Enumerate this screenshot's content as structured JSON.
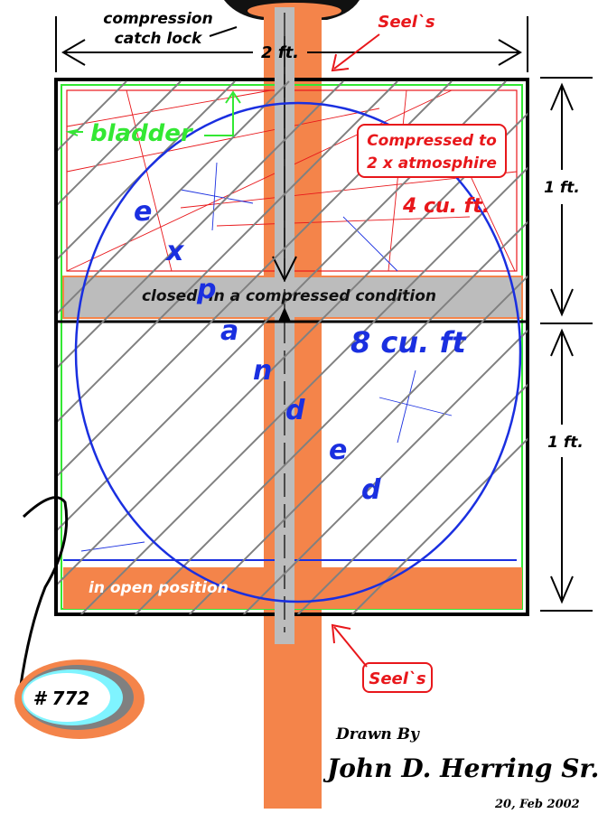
{
  "labels": {
    "catch_lock_line1": "compression",
    "catch_lock_line2": "catch lock",
    "width_dim": "2 ft.",
    "seals_top": "Seel`s",
    "seals_bottom": "Seel`s",
    "bladder": "bladder",
    "compressed_line1": "Compressed to",
    "compressed_line2": "2 x atmosphire",
    "upper_volume": "4 cu. ft.",
    "closed_state": "closed, in a compressed condition",
    "lower_volume": "8 cu. ft",
    "open_state": "in open position",
    "height_upper": "1 ft.",
    "height_lower": "1 ft.",
    "expanded_letters": [
      "e",
      "x",
      "p",
      "a",
      "n",
      "d",
      "e",
      "d"
    ],
    "badge_number": "# 772",
    "drawn_by": "Drawn  By",
    "author": "John D. Herring Sr.",
    "date": "20, Feb 2002"
  },
  "colors": {
    "orange": "#f4844a",
    "gray_shaft": "#bcbcbc",
    "blue": "#1a2fe0",
    "red": "#e8171b",
    "green": "#33e833",
    "black": "#000000"
  }
}
